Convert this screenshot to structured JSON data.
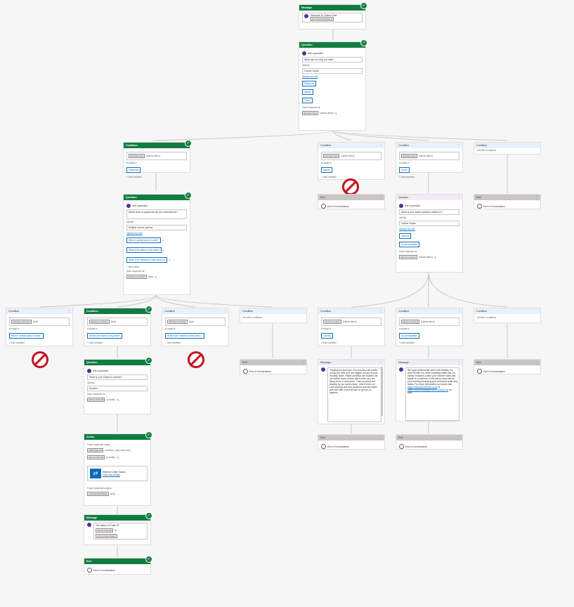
{
  "colors": {
    "green": "#107c41",
    "blue_link": "#0f6cbd",
    "stop_red": "#c50f1f",
    "bot": "#5c2d91"
  },
  "labels": {
    "message": "Message",
    "question": "Question",
    "condition": "Condition",
    "end": "End",
    "action": "Action",
    "ask_question": "Ask a question",
    "identify": "Identify",
    "options_for_user": "Options for user",
    "save_response_as": "Save response as",
    "is_equal_to": "is equal to",
    "add_condition": "Add condition",
    "all_other": "All other conditions",
    "end_conv": "End of Conversation",
    "new_option": "New option",
    "dots": "⋮"
  },
  "msg1": {
    "line1": "Welcome to Claims Chat",
    "var": "bot.UserDisplayName"
  },
  "q1": {
    "prompt": "What can we help you with?",
    "identify": "Claims Topics",
    "options": [
      "Payments",
      "Assets",
      "Travel"
    ],
    "var": "VarClaimTopic",
    "var_type": "(claims items)"
  },
  "cond_row1": [
    {
      "var": "VarClaimTopic",
      "type": "(claims items)",
      "value": "Payments"
    },
    {
      "var": "VarClaimTopic",
      "type": "(claims items)",
      "value": "Assets"
    },
    {
      "var": "VarClaimTopic",
      "type": "(claims items)",
      "value": "Travel"
    }
  ],
  "q2": {
    "prompt": "Which area of payments are you interested in?",
    "identify": "Multiple choice options",
    "options": [
      "Who to contact about a claim?",
      "What is the status of my claim?",
      "What is the maximum claim amount?"
    ],
    "var": "VarPaymentsTopic",
    "var_type": "(text)"
  },
  "q_travel": {
    "prompt": "What is your travel question related to?",
    "identify": "Claims Topics",
    "options": [
      "Journey",
      "Accommodation"
    ],
    "var": "VarJourneyTopic",
    "var_type": "(claims items)"
  },
  "cond_row2": [
    {
      "var": "VarPaymentsTopic",
      "type": "(text)",
      "value": "Who to contact about a claim?"
    },
    {
      "var": "VarPaymentsTopic",
      "type": "(text)",
      "value": "What is the status of my claim?"
    },
    {
      "var": "VarPaymentsTopic",
      "type": "(text)",
      "value": "What is the maximum claim amou..."
    }
  ],
  "cond_row2b": [
    {
      "var": "VarJourneyTopic",
      "type": "(claims items)",
      "value": "Journey"
    },
    {
      "var": "VarJourneyTopic",
      "type": "(claims items)",
      "value": "Accommodation"
    }
  ],
  "q3": {
    "prompt": "What is your Claim ID number?",
    "identify": "Number",
    "var": "VarUserClaimID",
    "var_type": "(number)"
  },
  "action": {
    "inputs_label": "Power Automate inputs",
    "input_var": "varBotClaimID",
    "input_type": "(number)",
    "gets_value": "gets value from",
    "from_var": "VarUserClaimID",
    "from_type": "(number)",
    "flow_name": "Retrieve Claim Status",
    "flow_link": "View flow details",
    "outputs_label": "Power Automate outputs",
    "output_var": "varFlowClaimStatus",
    "output_type": "(text)"
  },
  "msg_status": {
    "line1": "The status of Claim ID",
    "var1": "VarUserClaimID",
    "tail": "is",
    "var2": "varFlowClaimStatus"
  },
  "msg_journey": {
    "text": "Thinking for journeys: Our journeys are made at £6p per mile and are logged as part of your monthly claim. Plane journeys are booked via our admin team, inform them when you are flying from, to and when. Train journeys are booked by our admin team, inform them on your starting and end locations and the dates (we can offer a taxi service to get you to stations."
  },
  "msg_accom": {
    "text": "We have preferential rates with Holiday Inn and Premier Inn while travelling within the UK, please research online your chosen hotel and speak to a member of the admin team about your booking including your preferred hotel and dates. For more information on hotels visit",
    "link1": "https://www.premierinn.com/",
    "or": "or",
    "link2": "https://www.holidayinn.com/ contact us",
    "tail": "for help."
  }
}
